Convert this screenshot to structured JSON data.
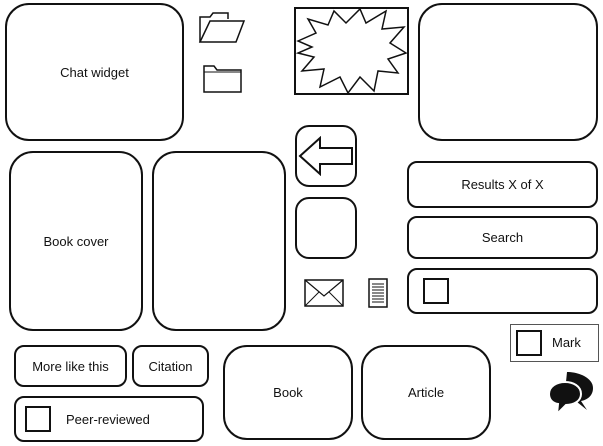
{
  "chat_widget": {
    "label": "Chat widget"
  },
  "book_cover": {
    "label": "Book cover"
  },
  "results": {
    "label": "Results X of X"
  },
  "search": {
    "label": "Search"
  },
  "more_like_this": {
    "label": "More like this"
  },
  "citation": {
    "label": "Citation"
  },
  "peer_reviewed": {
    "label": "Peer-reviewed"
  },
  "mark": {
    "label": "Mark"
  },
  "formats": {
    "book_label": "Book",
    "article_label": "Article"
  },
  "icons": {
    "open_folder": "folder-open-icon",
    "closed_folder": "folder-icon",
    "image_placeholder": "image-burst-icon",
    "back_arrow": "arrow-left-icon",
    "mail": "envelope-icon",
    "document": "document-icon",
    "chat": "speech-bubbles-icon"
  }
}
